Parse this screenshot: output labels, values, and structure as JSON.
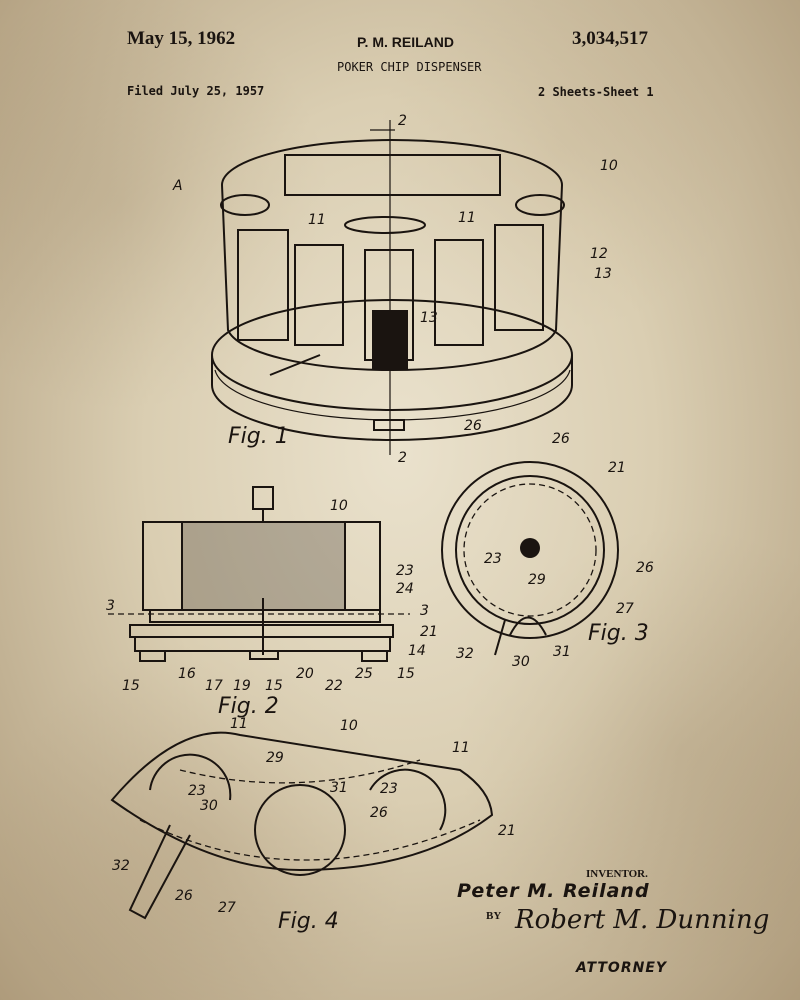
{
  "header": {
    "date": "May 15, 1962",
    "inventor": "P. M. REILAND",
    "patent_number": "3,034,517",
    "title": "POKER CHIP DISPENSER",
    "filed": "Filed July 25, 1957",
    "sheets": "2 Sheets-Sheet 1"
  },
  "figures": {
    "fig1": {
      "label": "Fig. 1",
      "refs": [
        "2",
        "2",
        "A",
        "10",
        "11",
        "11",
        "12",
        "13",
        "13",
        "26"
      ]
    },
    "fig2": {
      "label": "Fig. 2",
      "refs": [
        "10",
        "23",
        "24",
        "3",
        "3",
        "21",
        "14",
        "15",
        "16",
        "17",
        "19",
        "15",
        "20",
        "22",
        "25",
        "15"
      ]
    },
    "fig3": {
      "label": "Fig. 3",
      "refs": [
        "26",
        "21",
        "23",
        "26",
        "29",
        "27",
        "32",
        "30",
        "31"
      ]
    },
    "fig4": {
      "label": "Fig. 4",
      "refs": [
        "11",
        "10",
        "11",
        "29",
        "23",
        "30",
        "31",
        "23",
        "26",
        "21",
        "32",
        "26",
        "27"
      ]
    }
  },
  "signature": {
    "inventor_label": "INVENTOR.",
    "inventor_name": "Peter M. Reiland",
    "by": "BY",
    "attorney_signature": "Robert M. Dunning",
    "attorney_label": "ATTORNEY"
  }
}
